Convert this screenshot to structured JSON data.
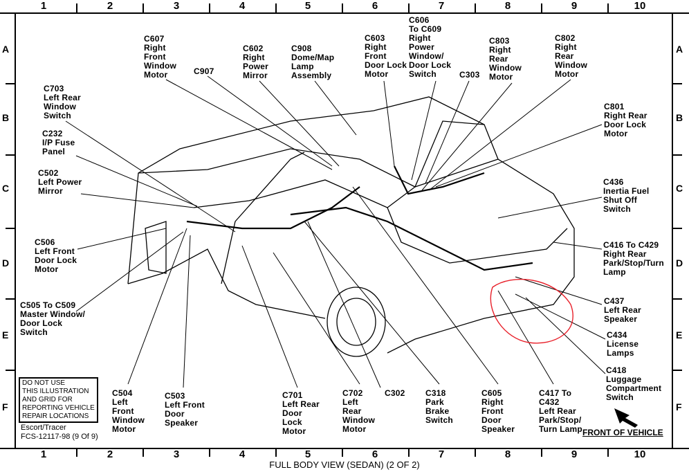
{
  "columns": [
    "1",
    "2",
    "3",
    "4",
    "5",
    "6",
    "7",
    "8",
    "9",
    "10"
  ],
  "rows": [
    "A",
    "B",
    "C",
    "D",
    "E",
    "F"
  ],
  "title": "FULL BODY VIEW (SEDAN) (2 OF 2)",
  "warning": "DO NOT USE\nTHIS ILLUSTRATION\nAND GRID FOR\nREPORTING VEHICLE\nREPAIR LOCATIONS",
  "model": "Escort/Tracer",
  "figure_id": "FCS-12117-98 (9 Of 9)",
  "front_of_vehicle": "FRONT OF VEHICLE",
  "labels": {
    "c607": "C607\nRight\nFront\nWindow\nMotor",
    "c907": "C907",
    "c602": "C602\nRight\nPower\nMirror",
    "c908": "C908\nDome/Map\nLamp\nAssembly",
    "c603": "C603\nRight\nFront\nDoor Lock\nMotor",
    "c606": "C606\nTo C609\nRight\nPower\nWindow/\nDoor Lock\nSwitch",
    "c303": "C303",
    "c803": "C803\nRight\nRear\nWindow\nMotor",
    "c802": "C802\nRight\nRear\nWindow\nMotor",
    "c703": "C703\nLeft Rear\nWindow\nSwitch",
    "c232": "C232\nI/P Fuse\nPanel",
    "c502": "C502\nLeft Power\nMirror",
    "c506": "C506\nLeft Front\nDoor Lock\nMotor",
    "c505": "C505 To C509\nMaster Window/\nDoor Lock\nSwitch",
    "c801": "C801\nRight Rear\nDoor Lock\nMotor",
    "c436": "C436\nInertia Fuel\nShut Off\nSwitch",
    "c416": "C416 To C429\nRight Rear\nPark/Stop/Turn\nLamp",
    "c437": "C437\nLeft Rear\nSpeaker",
    "c434": "C434\nLicense\nLamps",
    "c418": "C418\nLuggage\nCompartment\nSwitch",
    "c504": "C504\nLeft\nFront\nWindow\nMotor",
    "c503": "C503\nLeft Front\nDoor\nSpeaker",
    "c701": "C701\nLeft Rear\nDoor\nLock\nMotor",
    "c702": "C702\nLeft\nRear\nWindow\nMotor",
    "c302": "C302",
    "c318": "C318\nPark\nBrake\nSwitch",
    "c605": "C605\nRight\nFront\nDoor\nSpeaker",
    "c417": "C417 To\nC432\nLeft Rear\nPark/Stop/\nTurn Lamp"
  },
  "colors": {
    "annotation": "#e8202a",
    "ink": "#000000"
  }
}
